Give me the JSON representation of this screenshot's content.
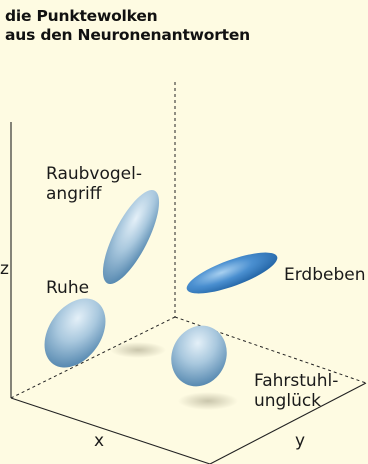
{
  "title": {
    "line1": "die Punktewolken",
    "line2": "aus den Neuronenantworten"
  },
  "axes": {
    "x": "x",
    "y": "y",
    "z": "z"
  },
  "clouds": {
    "raubvogel": {
      "line1": "Raubvogel-",
      "line2": "angriff"
    },
    "ruhe": "Ruhe",
    "erdbeben": "Erdbeben",
    "fahrstuhl": {
      "line1": "Fahrstuhl-",
      "line2": "unglück"
    }
  },
  "colors": {
    "background": "#fefbe2",
    "cloud_light": "#a9c8de",
    "cloud_dark": "#5b8db4",
    "erdbeben_cloud": "#2f73b5",
    "axis_lines": "#222222"
  }
}
